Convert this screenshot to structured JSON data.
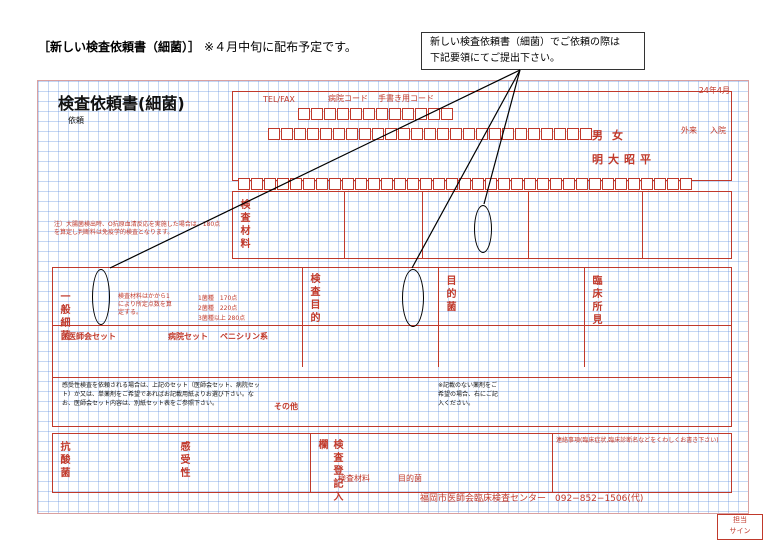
{
  "header": {
    "title": "［新しい検査依頼書（細菌）］",
    "note": "※４月中旬に配布予定です。",
    "callout_line1": "新しい検査依頼書（細菌）でご依頼の際は",
    "callout_line2": "下記要領にてご提出下さい。"
  },
  "form": {
    "title": "検査依頼書(細菌)",
    "date": "24年4月",
    "footer": "福岡市医師会臨床検査センター　092−852−1506(代)",
    "sections": {
      "specimen": "検査材料",
      "general": "一般細菌",
      "purpose": "検査目的",
      "target": "目的菌",
      "clinical": "臨床所見",
      "antibiotic": "抗酸菌",
      "sensitivity": "感受性",
      "record": "検査登記入欄"
    },
    "labels": {
      "clinic": "依頼",
      "code": "病院コード",
      "gender_m": "男",
      "gender_f": "女",
      "era_m": "明",
      "era_t": "大",
      "era_s": "昭",
      "era_h": "平",
      "outpatient": "外来",
      "inpatient": "入院",
      "tel_fax": "TEL/FAX",
      "sample_code": "手書き用コード",
      "medical_set": "医師会セット",
      "disease_set": "病院セット",
      "penicillin": "ペニシリン系",
      "other": "その他",
      "material": "検査材料",
      "target_bacteria": "目的菌",
      "contact": "連絡事項(臨床症状,臨床診断名などをくわしくお書き下さい)",
      "staff": "担当",
      "sign": "サイン"
    },
    "notes": {
      "left_note": "注）大腸菌検出時、O抗原血清反応を実施した場合は、180点を算定し判断料は免疫学的検査となります。",
      "set_note": "感受性検査を依頼される場合は、上記のセット（医師会セット、病院セット）か又は、単薬剤をご希望であればお記載用紙よりお選び下さい。なお、医師会セット内容は、別紙セット表をご参照下さい。",
      "fee_note": "検査材料はかから1により所定点数を算定する。",
      "fee_1": "1菌種　170点",
      "fee_2": "2菌種　220点",
      "fee_3": "3菌種以上 280点",
      "remark": "※記載のない薬剤をご希望の場合、右にご記入ください。"
    }
  }
}
